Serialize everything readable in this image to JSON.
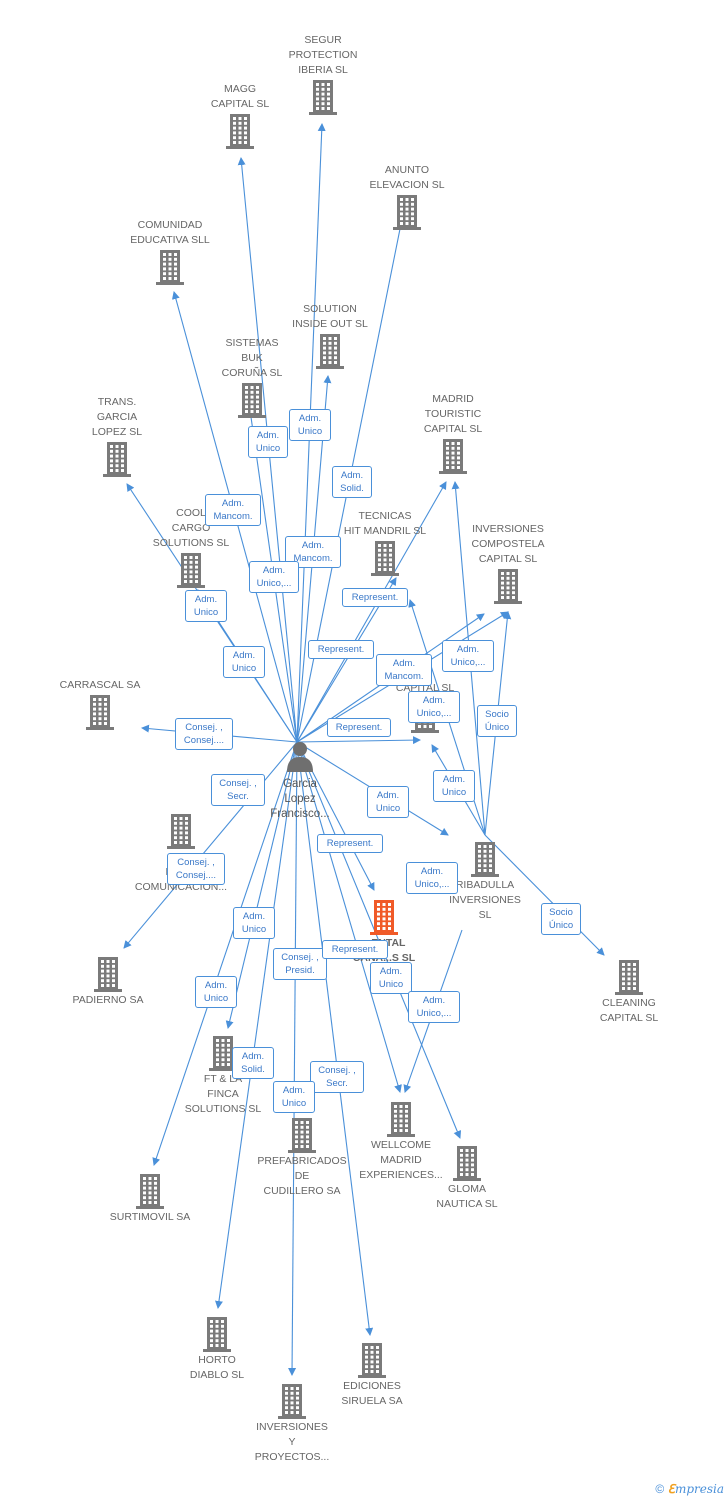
{
  "person": {
    "name": "Garcia\nLopez\nFrancisco..."
  },
  "companies": [
    {
      "id": "segur",
      "label": "SEGUR\nPROTECTION\nIBERIA SL"
    },
    {
      "id": "magg",
      "label": "MAGG\nCAPITAL  SL"
    },
    {
      "id": "anunto",
      "label": "ANUNTO\nELEVACION  SL"
    },
    {
      "id": "comunidad",
      "label": "COMUNIDAD\nEDUCATIVA SLL"
    },
    {
      "id": "solution",
      "label": "SOLUTION\nINSIDE OUT SL"
    },
    {
      "id": "sistemas",
      "label": "SISTEMAS\nBUK\nCORUÑA SL"
    },
    {
      "id": "trans",
      "label": "TRANS.\nGARCIA\nLOPEZ SL"
    },
    {
      "id": "madrid",
      "label": "MADRID\nTOURISTIC\nCAPITAL  SL"
    },
    {
      "id": "cool",
      "label": "COOL\nCARGO\nSOLUTIONS  SL"
    },
    {
      "id": "tecnicas",
      "label": "TECNICAS\nHIT MANDRIL SL"
    },
    {
      "id": "compostela",
      "label": "INVERSIONES\nCOMPOSTELA\nCAPITAL  SL"
    },
    {
      "id": "capital3",
      "label": "3\nCAPITAL  SL"
    },
    {
      "id": "carrascal",
      "label": "CARRASCAL SA"
    },
    {
      "id": "euro",
      "label": "CO...\nEUR...\nCOMUNICACION..."
    },
    {
      "id": "ribadulla",
      "label": "RIBADULLA\nINVERSIONES\nSL"
    },
    {
      "id": "oriental",
      "label": "...ENTAL\nCANA...S  SL"
    },
    {
      "id": "padierno",
      "label": "PADIERNO SA"
    },
    {
      "id": "cleaning",
      "label": "CLEANING\nCAPITAL  SL"
    },
    {
      "id": "ft",
      "label": "FT & LA\nFINCA\nSOLUTIONS  SL"
    },
    {
      "id": "wellcome",
      "label": "WELLCOME\nMADRID\nEXPERIENCES..."
    },
    {
      "id": "prefabricados",
      "label": "PREFABRICADOS\nDE\nCUDILLERO SA"
    },
    {
      "id": "gloma",
      "label": "GLOMA\nNAUTICA SL"
    },
    {
      "id": "surtimovil",
      "label": "SURTIMOVIL SA"
    },
    {
      "id": "horto",
      "label": "HORTO\nDIABLO  SL"
    },
    {
      "id": "ediciones",
      "label": "EDICIONES\nSIRUELA SA"
    },
    {
      "id": "inversiones",
      "label": "INVERSIONES\nY\nPROYECTOS..."
    }
  ],
  "relations": [
    {
      "id": "r1",
      "text": "Adm.\nUnico"
    },
    {
      "id": "r2",
      "text": "Adm.\nUnico"
    },
    {
      "id": "r3",
      "text": "Adm.\nSolid."
    },
    {
      "id": "r4",
      "text": "Adm.\nMancom."
    },
    {
      "id": "r5",
      "text": "Adm.\nMancom."
    },
    {
      "id": "r6",
      "text": "Adm.\nUnico,..."
    },
    {
      "id": "r7",
      "text": "Adm.\nUnico"
    },
    {
      "id": "r8",
      "text": "Represent."
    },
    {
      "id": "r9",
      "text": "Adm.\nUnico"
    },
    {
      "id": "r10",
      "text": "Represent."
    },
    {
      "id": "r11",
      "text": "Adm.\nMancom."
    },
    {
      "id": "r12",
      "text": "Adm.\nUnico,..."
    },
    {
      "id": "r13",
      "text": "Adm.\nUnico,..."
    },
    {
      "id": "r14",
      "text": "Socio\nÚnico"
    },
    {
      "id": "r15",
      "text": "Consej. ,\nConsej...."
    },
    {
      "id": "r16",
      "text": "Represent."
    },
    {
      "id": "r17",
      "text": "Consej. ,\nSecr."
    },
    {
      "id": "r18",
      "text": "Adm.\nUnico"
    },
    {
      "id": "r19",
      "text": "Adm.\nUnico"
    },
    {
      "id": "r20",
      "text": "Represent."
    },
    {
      "id": "r21",
      "text": "Consej. ,\nConsej...."
    },
    {
      "id": "r22",
      "text": "Adm.\nUnico,..."
    },
    {
      "id": "r23",
      "text": "Socio\nÚnico"
    },
    {
      "id": "r24",
      "text": "Adm.\nUnico"
    },
    {
      "id": "r25",
      "text": "Consej. ,\nPresid."
    },
    {
      "id": "r26",
      "text": "Represent."
    },
    {
      "id": "r27",
      "text": "Adm.\nUnico"
    },
    {
      "id": "r28",
      "text": "Adm.\nUnico"
    },
    {
      "id": "r29",
      "text": "Adm.\nUnico,..."
    },
    {
      "id": "r30",
      "text": "Adm.\nSolid."
    },
    {
      "id": "r31",
      "text": "Consej. ,\nSecr."
    },
    {
      "id": "r32",
      "text": "Adm.\nUnico"
    }
  ],
  "footer": {
    "copyright": "©",
    "brand_e": "ℇ",
    "brand_rest": "mpresia"
  },
  "colors": {
    "edge": "#4a90d9",
    "building": "#7a7a7a",
    "highlight": "#f05a28"
  }
}
